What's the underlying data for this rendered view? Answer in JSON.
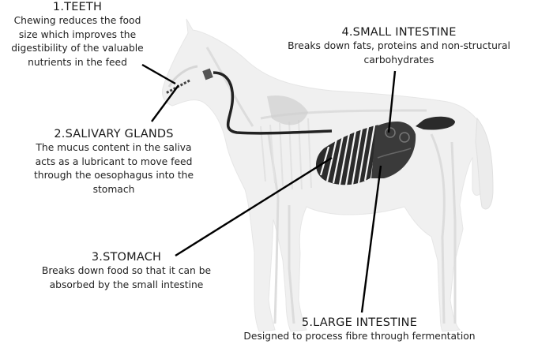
{
  "diagram": {
    "subject": "Horse digestive system",
    "labels": [
      {
        "id": "teeth",
        "title": "1.TEETH",
        "description": [
          "Chewing reduces the food",
          "size which improves the",
          "digestibility of the valuable",
          "nutrients in the feed"
        ]
      },
      {
        "id": "salivary-glands",
        "title": "2.SALIVARY GLANDS",
        "description": [
          "The mucus content in the saliva",
          "acts as a lubricant to move feed",
          "through the oesophagus into the",
          "stomach"
        ]
      },
      {
        "id": "stomach",
        "title": "3.STOMACH",
        "description": [
          "Breaks down food so that it can be",
          "absorbed by the small intestine"
        ]
      },
      {
        "id": "small-intestine",
        "title": "4.SMALL INTESTINE",
        "description": [
          "Breaks down fats, proteins and non-structural",
          "carbohydrates"
        ]
      },
      {
        "id": "large-intestine",
        "title": "5.LARGE INTESTINE",
        "description": [
          "Designed to process fibre through fermentation"
        ]
      }
    ],
    "colors": {
      "background": "#ffffff",
      "body": "#efefef",
      "skeleton": "#dcdcdc",
      "organ": "#2a2a2a",
      "leader": "#000000"
    }
  }
}
